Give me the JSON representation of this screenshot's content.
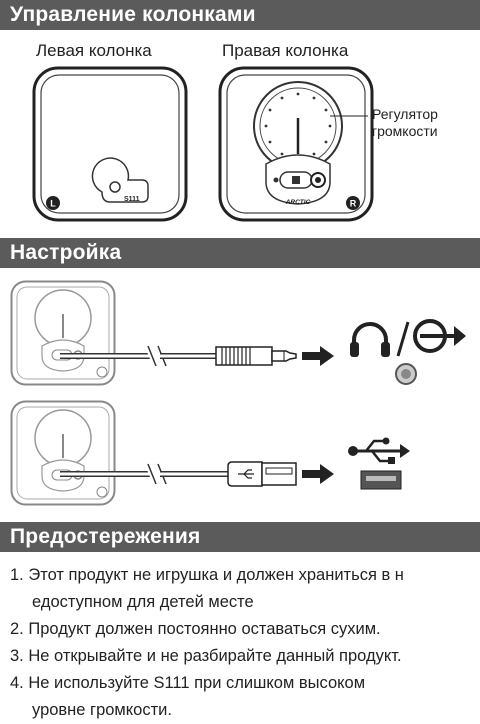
{
  "sections": {
    "control": "Управление колонками",
    "setup": "Настройка",
    "cautions": "Предостережения"
  },
  "speakers": {
    "left_label": "Левая колонка",
    "right_label": "Правая колонка",
    "left_badge": "L",
    "right_badge": "R",
    "model": "S111",
    "brand": "ARCTIC",
    "volume_label_1": "Регулятор",
    "volume_label_2": "громкости"
  },
  "cautions": [
    {
      "number": "1.",
      "line1": "Этот продукт не игрушка и должен храниться в н",
      "line2": "едоступном для детей месте"
    },
    {
      "number": "2.",
      "line1": "Продукт должен постоянно оставаться сухим.",
      "line2": ""
    },
    {
      "number": "3.",
      "line1": "Не открывайте и не разбирайте данный продукт.",
      "line2": ""
    },
    {
      "number": "4.",
      "line1": "Не используйте S111 при слишком высоком",
      "line2": "уровне громкости."
    }
  ],
  "icons": {
    "headphones": "headphones-icon",
    "audio_out": "audio-out-icon",
    "usb": "usb-icon",
    "jack": "audio-jack-icon",
    "usb_port": "usb-port-icon"
  }
}
